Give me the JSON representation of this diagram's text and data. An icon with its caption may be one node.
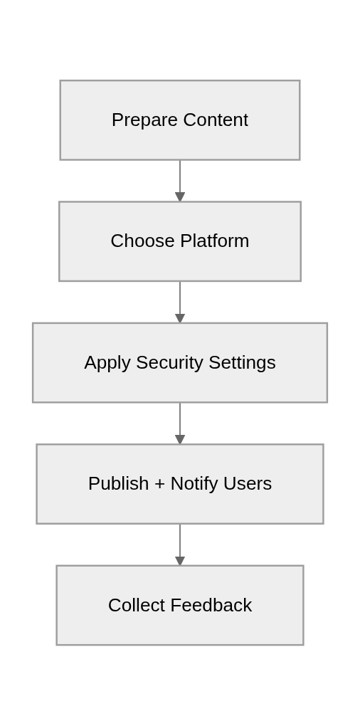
{
  "diagram": {
    "nodes": [
      {
        "text": [
          "Prepare Content"
        ]
      },
      {
        "text": [
          "Choose Platform"
        ]
      },
      {
        "text": [
          "Apply Security Settings"
        ]
      },
      {
        "text": [
          "Publish + Notify Users"
        ]
      },
      {
        "text": [
          "Collect Feedback"
        ]
      }
    ],
    "edges": [
      {
        "from": 0,
        "to": 1,
        "arrow": "to"
      },
      {
        "from": 1,
        "to": 2,
        "arrow": "to"
      },
      {
        "from": 2,
        "to": 3,
        "arrow": "to"
      },
      {
        "from": 3,
        "to": 4,
        "arrow": "to"
      }
    ]
  }
}
